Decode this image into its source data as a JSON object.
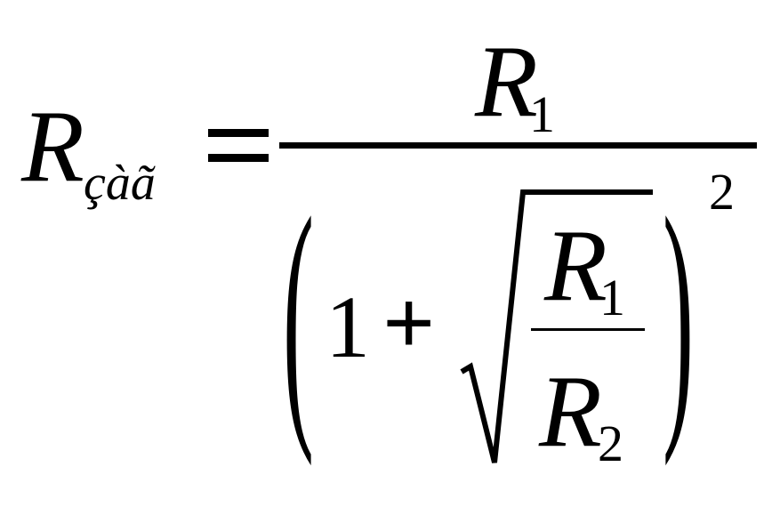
{
  "formula": {
    "lhs": {
      "symbol": "R",
      "subscript": "çàã"
    },
    "equals": "=",
    "numerator": {
      "symbol": "R",
      "subscript": "1"
    },
    "denominator": {
      "left_paren": "(",
      "one": "1",
      "plus": "+",
      "radicand": {
        "numerator": {
          "symbol": "R",
          "subscript": "1"
        },
        "denominator": {
          "symbol": "R",
          "subscript": "2"
        }
      },
      "right_paren": ")",
      "exponent": "2"
    }
  }
}
